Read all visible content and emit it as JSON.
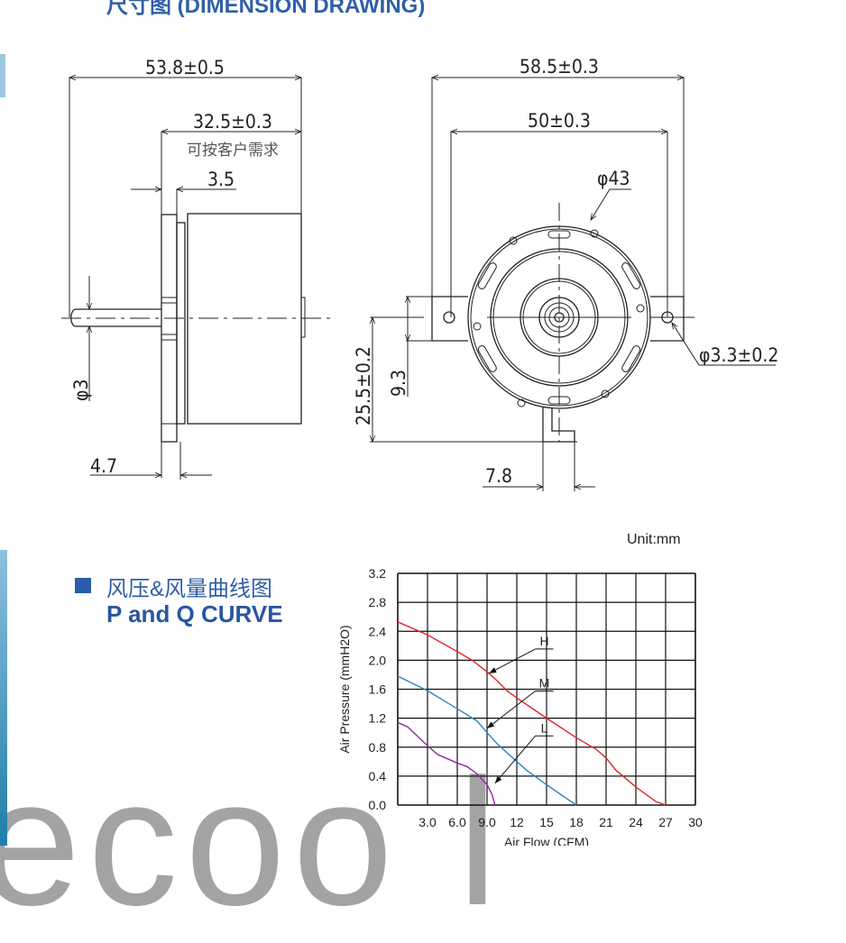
{
  "header": {
    "title": "尺寸图 (DIMENSION DRAWING)"
  },
  "colors": {
    "accent": "#2a5caa",
    "curve_h": "#e0262e",
    "curve_m": "#2a86c0",
    "curve_l": "#8a2a9a",
    "watermark": "#a3a3a3"
  },
  "watermark": "ecool",
  "drawing": {
    "side_view": {
      "overall_length": "53.8±0.5",
      "body_length": "32.5±0.3",
      "body_note": "可按客户需求",
      "flange_thickness": "3.5",
      "shaft_diameter": "φ3",
      "offset": "4.7"
    },
    "front_view": {
      "overall_width": "58.5±0.3",
      "hole_spacing": "50±0.3",
      "body_diameter": "φ43",
      "hole_diameter": "φ3.3±0.2",
      "center_height": "25.5±0.2",
      "lug_height": "9.3",
      "tab_width": "7.8"
    },
    "unit": "Unit:mm"
  },
  "section": {
    "title_cn": "风压&风量曲线图",
    "title_en": "P and Q CURVE"
  },
  "chart_data": {
    "type": "line",
    "title": "",
    "xlabel": "Air Flow (CFM)",
    "ylabel": "Air Pressure (mmH2O)",
    "xlim": [
      0,
      30
    ],
    "ylim": [
      0,
      3.2
    ],
    "grid": true,
    "x_ticks": [
      "3.0",
      "6.0",
      "9.0",
      "12",
      "15",
      "18",
      "21",
      "24",
      "27",
      "30"
    ],
    "y_ticks": [
      "0.0",
      "0.4",
      "0.8",
      "1.2",
      "1.6",
      "2.0",
      "2.4",
      "2.8",
      "3.2"
    ],
    "series": [
      {
        "name": "H",
        "color": "#e0262e",
        "points": [
          [
            0,
            2.53
          ],
          [
            3,
            2.35
          ],
          [
            6,
            2.12
          ],
          [
            7.5,
            2.0
          ],
          [
            9,
            1.84
          ],
          [
            10,
            1.72
          ],
          [
            11,
            1.58
          ],
          [
            12,
            1.48
          ],
          [
            15,
            1.2
          ],
          [
            18,
            0.93
          ],
          [
            20,
            0.77
          ],
          [
            21,
            0.65
          ],
          [
            22,
            0.48
          ],
          [
            24,
            0.25
          ],
          [
            26,
            0.05
          ],
          [
            27,
            0
          ]
        ]
      },
      {
        "name": "M",
        "color": "#2a86c0",
        "points": [
          [
            0,
            1.78
          ],
          [
            3,
            1.58
          ],
          [
            6,
            1.33
          ],
          [
            8,
            1.16
          ],
          [
            9,
            1.0
          ],
          [
            10,
            0.85
          ],
          [
            12,
            0.6
          ],
          [
            13,
            0.48
          ],
          [
            14,
            0.38
          ],
          [
            15,
            0.28
          ],
          [
            18,
            0
          ]
        ]
      },
      {
        "name": "L",
        "color": "#8a2a9a",
        "points": [
          [
            0,
            1.14
          ],
          [
            1,
            1.08
          ],
          [
            2,
            0.95
          ],
          [
            3,
            0.82
          ],
          [
            4,
            0.7
          ],
          [
            6,
            0.58
          ],
          [
            7,
            0.53
          ],
          [
            8,
            0.43
          ],
          [
            9,
            0.28
          ],
          [
            9.5,
            0.15
          ],
          [
            9.8,
            0
          ]
        ]
      }
    ],
    "annotations": [
      {
        "label": "H",
        "label_at": [
          13.5,
          2.18
        ],
        "arrow_to": [
          9.2,
          1.82
        ]
      },
      {
        "label": "M",
        "label_at": [
          13.5,
          1.6
        ],
        "arrow_to": [
          9.0,
          1.06
        ]
      },
      {
        "label": "L",
        "label_at": [
          13.5,
          0.98
        ],
        "arrow_to": [
          9.8,
          0.3
        ]
      }
    ]
  }
}
